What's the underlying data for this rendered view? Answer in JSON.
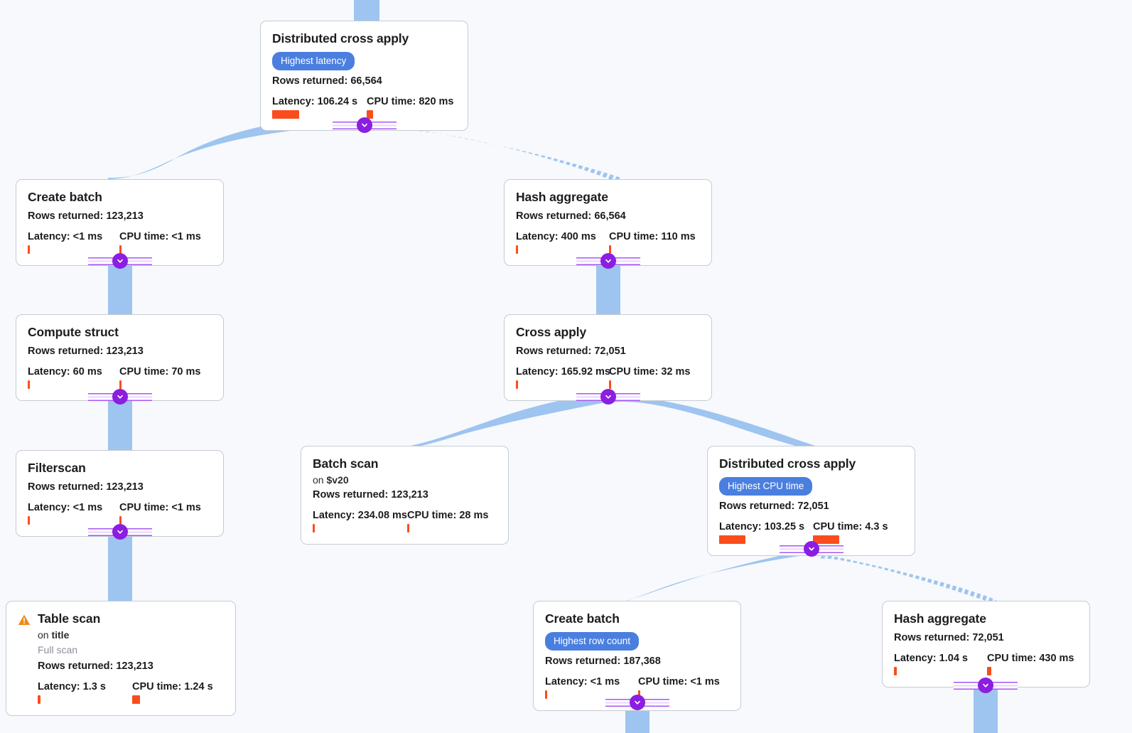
{
  "canvas": {
    "background": "#f7f9fc",
    "edge_color": "#9ec4f0",
    "toggle_color": "#8b1ee0",
    "badge_color": "#4a7fe0",
    "bar_color": "#fa4d1e",
    "warning_color": "#f08a16"
  },
  "labels": {
    "rows_prefix": "Rows returned: ",
    "latency_prefix": "Latency: ",
    "cpu_prefix": "CPU time: ",
    "on_prefix": "on "
  },
  "nodes": [
    {
      "id": "distributed-cross-apply-root",
      "title": "Distributed cross apply",
      "badge": "Highest latency",
      "rows": "Rows returned: 66,564",
      "latency": "Latency: 106.24 s",
      "cpu": "CPU time: 820 ms"
    },
    {
      "id": "create-batch-left",
      "title": "Create batch",
      "rows": "Rows returned: 123,213",
      "latency": "Latency: <1 ms",
      "cpu": "CPU time: <1 ms"
    },
    {
      "id": "hash-aggregate-mid",
      "title": "Hash aggregate",
      "rows": "Rows returned: 66,564",
      "latency": "Latency: 400 ms",
      "cpu": "CPU time: 110 ms"
    },
    {
      "id": "compute-struct",
      "title": "Compute struct",
      "rows": "Rows returned: 123,213",
      "latency": "Latency: 60 ms",
      "cpu": "CPU time: 70 ms"
    },
    {
      "id": "cross-apply",
      "title": "Cross apply",
      "rows": "Rows returned: 72,051",
      "latency": "Latency: 165.92 ms",
      "cpu": "CPU time: 32 ms"
    },
    {
      "id": "filterscan",
      "title": "Filterscan",
      "rows": "Rows returned: 123,213",
      "latency": "Latency: <1 ms",
      "cpu": "CPU time: <1 ms"
    },
    {
      "id": "batch-scan",
      "title": "Batch scan",
      "on": "on ",
      "on_target": "$v20",
      "rows": "Rows returned: 123,213",
      "latency": "Latency: 234.08 ms",
      "cpu": "CPU time: 28 ms"
    },
    {
      "id": "distributed-cross-apply-lower",
      "title": "Distributed cross apply",
      "badge": "Highest CPU time",
      "rows": "Rows returned: 72,051",
      "latency": "Latency: 103.25 s",
      "cpu": "CPU time: 4.3 s"
    },
    {
      "id": "table-scan",
      "title": "Table scan",
      "warning": "warning-icon",
      "on": "on ",
      "on_target": "title",
      "scan_type": "Full scan",
      "rows": "Rows returned: 123,213",
      "latency": "Latency: 1.3 s",
      "cpu": "CPU time: 1.24 s"
    },
    {
      "id": "create-batch-lower",
      "title": "Create batch",
      "badge": "Highest row count",
      "rows": "Rows returned: 187,368",
      "latency": "Latency: <1 ms",
      "cpu": "CPU time: <1 ms"
    },
    {
      "id": "hash-aggregate-lower",
      "title": "Hash aggregate",
      "rows": "Rows returned: 72,051",
      "latency": "Latency: 1.04 s",
      "cpu": "CPU time: 430 ms"
    }
  ]
}
